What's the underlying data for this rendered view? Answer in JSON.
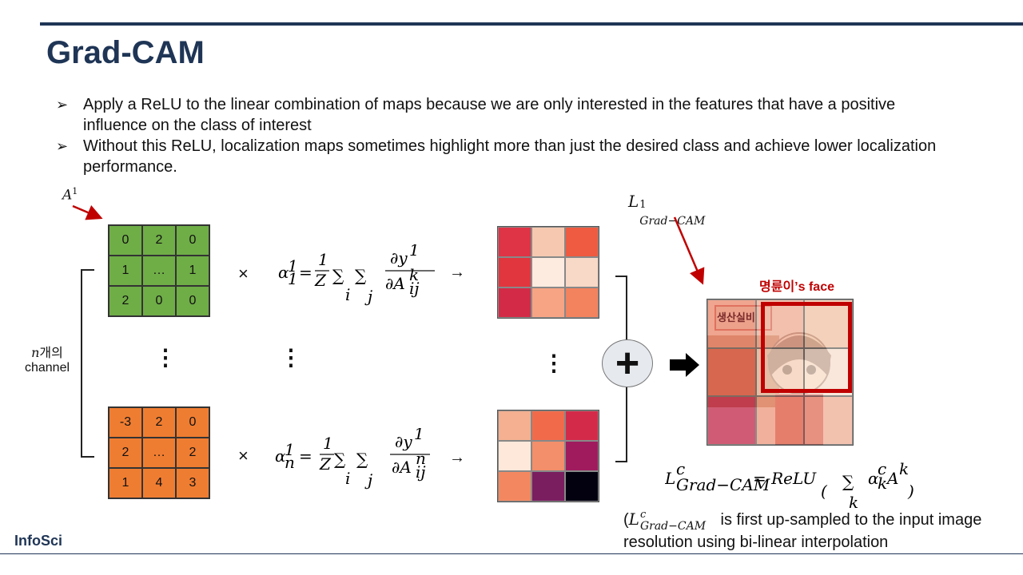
{
  "slide": {
    "title": "Grad-CAM",
    "bullets": [
      "Apply a ReLU to the linear combination of maps because we are only interested in the features that have a positive influence on the class of interest",
      "Without this ReLU, localization maps sometimes highlight more than just the desired class and achieve lower localization performance."
    ],
    "footer_logo": "InfoSci"
  },
  "diagram": {
    "label_A1": "A",
    "label_A1_sup": "1",
    "channel_label_n": "n",
    "channel_label_ko": "개의",
    "channel_label_en": "channel",
    "matrix_top": [
      "0",
      "2",
      "0",
      "1",
      "…",
      "1",
      "2",
      "0",
      "0"
    ],
    "matrix_bottom": [
      "-3",
      "2",
      "0",
      "2",
      "…",
      "2",
      "1",
      "4",
      "3"
    ],
    "times": "×",
    "arrow": "→",
    "vdots": "⋮",
    "plus": "+",
    "big_arrow": "➡",
    "heat_top_colors": [
      "#df3346",
      "#f6c8b0",
      "#ee5b40",
      "#e2363f",
      "#fdebe0",
      "#f8d8c6",
      "#d32b47",
      "#f7a484",
      "#f3825e"
    ],
    "heat_bottom_colors": [
      "#f4b090",
      "#f16b4a",
      "#d42a4a",
      "#fde8da",
      "#f38f6a",
      "#a01b5e",
      "#f38860",
      "#7a1e60",
      "#030010"
    ],
    "cam_overlay_colors": [
      "#ee8a70",
      "#f2b09a",
      "#f5c7ad",
      "#e3604c",
      "#f7d7c4",
      "#fbe6d8",
      "#c2264a",
      "#f19a80",
      "#f4b39c"
    ],
    "sign_text": "생산실비",
    "face_label_ko": "명륜이",
    "face_label_en": "’s face",
    "L_label": "L",
    "L_sup": "1",
    "L_sub": "Grad−CAM",
    "formula_L": "L",
    "formula_sup": "c",
    "formula_sub": "Grad−CAM",
    "formula_rhs": "= ReLU",
    "formula_sum_idx": "k",
    "formula_alpha": "α",
    "formula_alpha_sub": "k",
    "formula_alpha_sup": "c",
    "formula_A": "A",
    "formula_A_sup": "k",
    "note_open": "(",
    "note_L": "L",
    "note_sup": "c",
    "note_sub": "Grad−CAM",
    "note_text1": " is first up-sampled to the input image",
    "note_text2": "resolution using bi-linear interpolation"
  }
}
